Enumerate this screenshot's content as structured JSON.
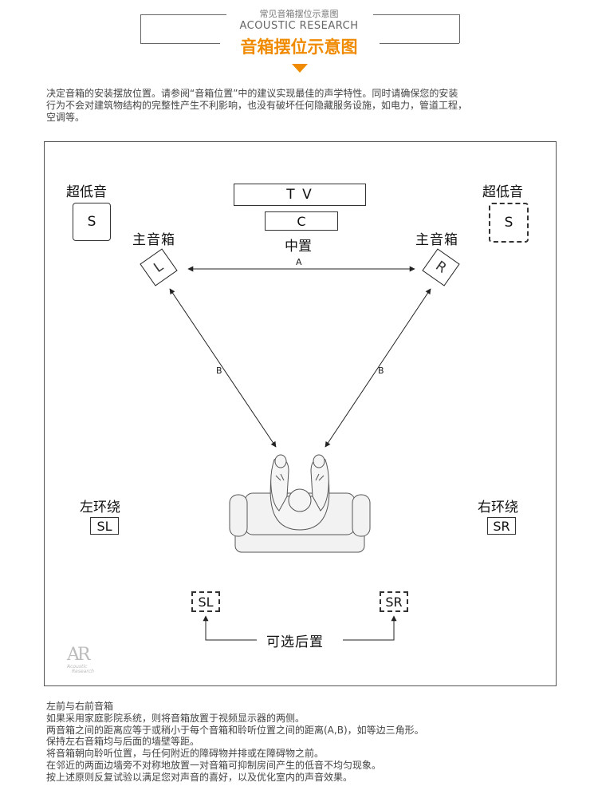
{
  "header": {
    "subtitle": "常见音箱摆位示意图",
    "english": "ACOUSTIC RESEARCH",
    "title": "音箱摆位示意图"
  },
  "intro": [
    "决定音箱的安装摆放位置。请参阅“音箱位置”中的建议实现最佳的声学特性。同时请确保您的安装",
    "行为不会对建筑物结构的完整性产生不利影响，也没有破坏任何隐藏服务设施，如电力，管道工程，",
    "空调等。"
  ],
  "diagram": {
    "subwoofer_left": {
      "label": "超低音",
      "box": "S"
    },
    "subwoofer_right": {
      "label": "超低音",
      "box": "S"
    },
    "tv": "T V",
    "center_box": "C",
    "center_label": "中置",
    "front_left": {
      "label": "主音箱",
      "box": "L"
    },
    "front_right": {
      "label": "主音箱",
      "box": "R"
    },
    "distance_a": "A",
    "distance_b_left": "B",
    "distance_b_right": "B",
    "surround_left": {
      "label": "左环绕",
      "box": "SL"
    },
    "surround_right": {
      "label": "右环绕",
      "box": "SR"
    },
    "rear_left_box": "SL",
    "rear_right_box": "SR",
    "optional_rear_label": "可选后置",
    "logo": {
      "mark": "AR",
      "line1": "Acoustic",
      "line2": "Research"
    }
  },
  "footer": [
    "左前与右前音箱",
    "如果采用家庭影院系统，则将音箱放置于视频显示器的两侧。",
    "两音箱之间的距离应等于或稍小于每个音箱和聆听位置之间的距离(A,B)，如等边三角形。",
    "保持左右音箱均与后面的墙壁等距。",
    "将音箱朝向聆听位置，与任何附近的障碍物并排或在障碍物之前。",
    "在邻近的两面边墙旁不对称地放置一对音箱可抑制房间产生的低音不均匀现象。",
    "按上述原则反复试验以满足您对声音的喜好，以及优化室内的声音效果。"
  ],
  "colors": {
    "accent": "#f08a00",
    "line": "#333333",
    "seat": "#f2f2f2"
  }
}
